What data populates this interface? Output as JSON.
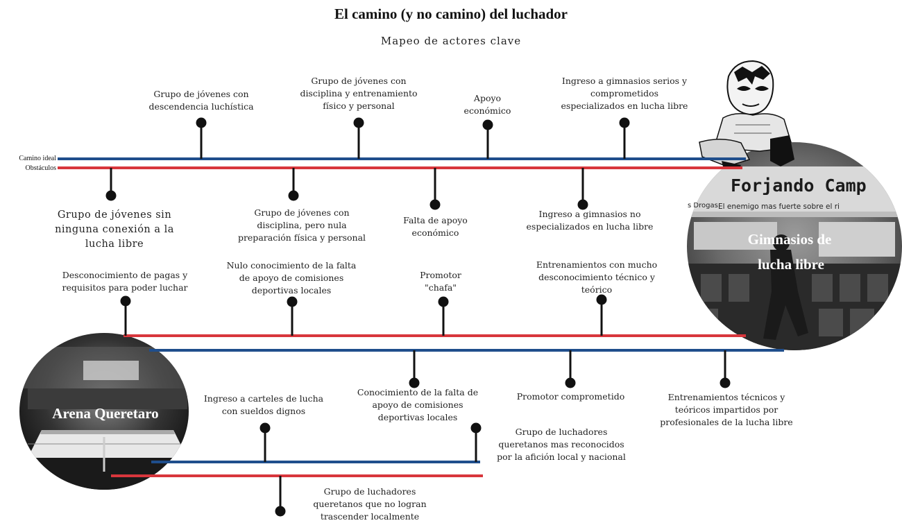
{
  "title": "El camino (y no camino) del luchador",
  "subtitle": "Mapeo de actores clave",
  "legend": {
    "ideal": "Camino ideal",
    "obstacles": "Obstáculos"
  },
  "colors": {
    "ideal": "#1f4e8c",
    "obstacles": "#d8363c",
    "marker": "#111111"
  },
  "photos": {
    "arena": {
      "label": "Arena Queretaro",
      "icon": "arena-photo"
    },
    "gym": {
      "label_1": "Gimnasios de",
      "label_2": "lucha libre",
      "sign_1": "Forjando Camp",
      "sign_2": "El enemigo mas fuerte sobre el ri",
      "sign_3": "s Drogas",
      "icon": "gym-photo"
    },
    "wrestler": {
      "icon": "masked-wrestler-icon"
    }
  },
  "row1": {
    "ideal": [
      "Grupo de jóvenes con\ndescendencia luchística",
      "Grupo de jóvenes con\ndisciplina y entrenamiento\nfísico y personal",
      "Apoyo\neconómico",
      "Ingreso a gimnasios serios y\ncomprometidos\nespecializados en lucha libre"
    ],
    "obstacles": [
      "Grupo de jóvenes sin\nninguna conexión a la\nlucha libre",
      "Grupo de jóvenes con\ndisciplina, pero nula\npreparación física y personal",
      "Falta de apoyo\neconómico",
      "Ingreso a gimnasios no\nespecializados en lucha libre"
    ]
  },
  "row2": {
    "obstacles": [
      "Desconocimiento de pagas y\nrequisitos para poder luchar",
      "Nulo conocimiento de la falta\nde apoyo de comisiones\ndeportivas locales",
      "Promotor\n\"chafa\"",
      "Entrenamientos con mucho\ndesconocimiento técnico y\nteórico"
    ],
    "ideal": [
      "Conocimiento de la falta de\napoyo de comisiones\ndeportivas locales",
      "Promotor comprometido",
      "Entrenamientos técnicos y\nteóricos impartidos por\nprofesionales de la lucha libre"
    ]
  },
  "row3": {
    "ideal": [
      "Ingreso a carteles de lucha\ncon sueldos dignos",
      "Grupo de luchadores\nqueretanos mas reconocidos\npor la afición local y nacional"
    ],
    "obstacles": [
      "Grupo de luchadores\nqueretanos que no logran\ntrascender localmente"
    ]
  }
}
